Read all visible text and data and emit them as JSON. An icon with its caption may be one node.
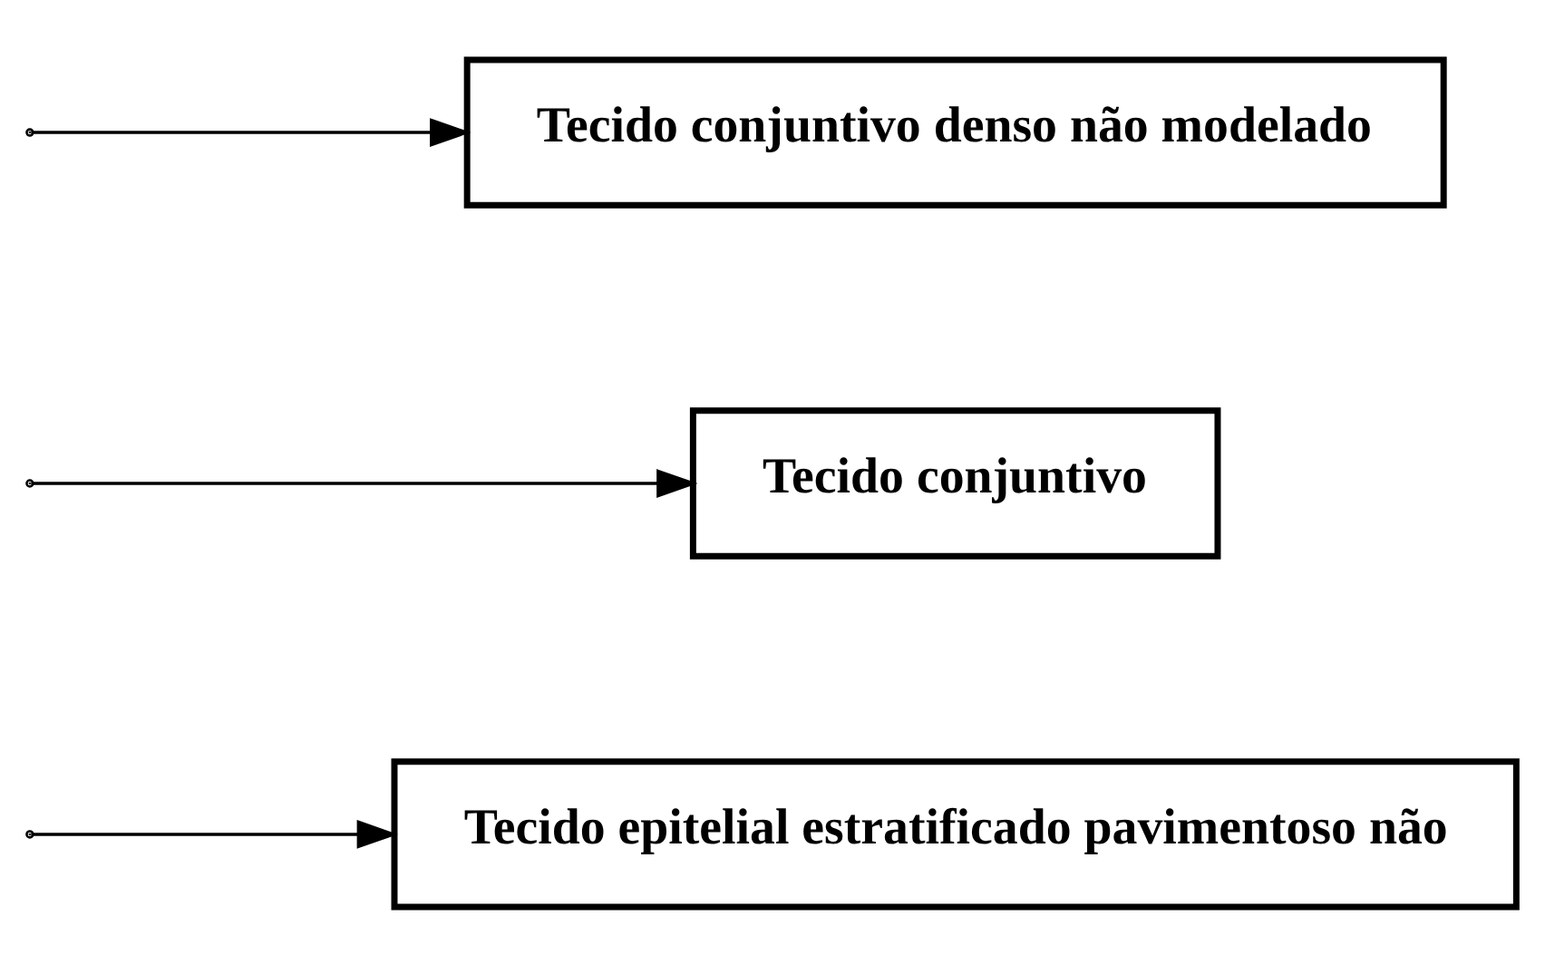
{
  "diagram": {
    "nodes": [
      {
        "text": [
          "Tecido epitelial estratificado pavimentoso não"
        ]
      },
      {
        "text": [
          "Tecido conjuntivo"
        ]
      },
      {
        "text": [
          "Tecido conjuntivo denso não modelado"
        ]
      }
    ],
    "edges": [
      {
        "from": null,
        "to": 0,
        "arrow": "to"
      },
      {
        "from": null,
        "to": 1,
        "arrow": "to"
      },
      {
        "from": null,
        "to": 2,
        "arrow": "to"
      }
    ]
  }
}
